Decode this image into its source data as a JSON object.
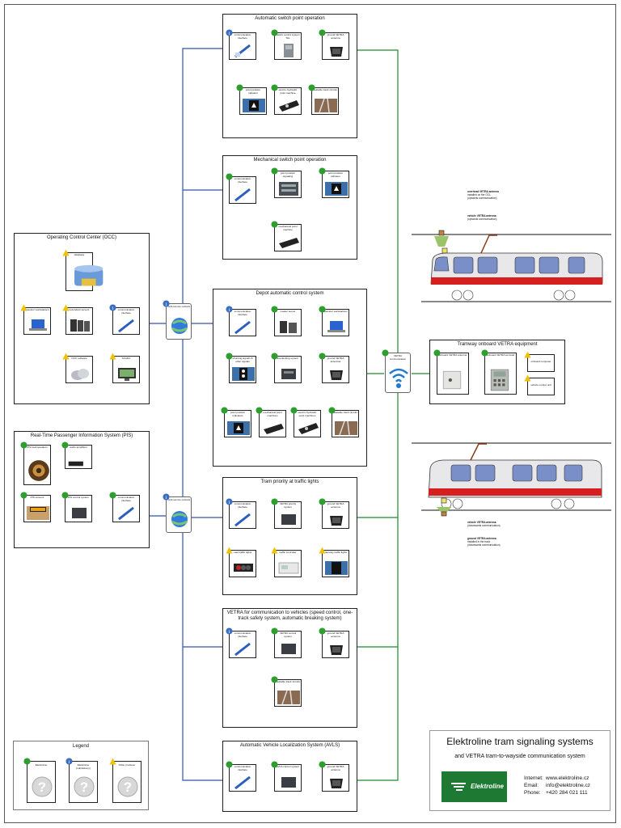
{
  "groups": {
    "auto_switch": {
      "title": "Automatic switch point operation",
      "nodes": [
        "communication interface",
        "switch control system TAL",
        "ground VETRA antenna",
        "point position indicator",
        "electro-hydraulic point machine",
        "heatable track circuits"
      ]
    },
    "mech_switch": {
      "title": "Mechanical switch point operation",
      "nodes": [
        "communication interface",
        "point position signaling",
        "point position indicator",
        "mechanical point machine"
      ]
    },
    "depot": {
      "title": "Depot automatic control system",
      "nodes": [
        "communication interface",
        "master server",
        "operator workstations",
        "shunting signals & other signals",
        "interlocking system",
        "ground VETRA antennas",
        "point position indicators",
        "mechanical point machines",
        "electro-hydraulic point machines",
        "heatable track circuits"
      ]
    },
    "tram_priority": {
      "title": "Tram priority at traffic lights",
      "nodes": [
        "communication interface",
        "VETRA priority system",
        "ground VETRA antenna",
        "road traffic lights",
        "traffic controller",
        "tramway traffic lights"
      ]
    },
    "vetra_vehicles": {
      "title": "VETRA for communication to vehicles (speed control, one-track safety system, automatic breaking system)",
      "nodes": [
        "communication interface",
        "VETRA control system",
        "ground VETRA antenna",
        "heatable track circuits"
      ]
    },
    "avls": {
      "title": "Automatic Vehicle Localization System (AVLS)",
      "nodes": [
        "communication interface",
        "AVLS control system",
        "ground VETRA antenna"
      ]
    },
    "occ": {
      "title": "Operating Control Center (OCC)",
      "nodes": [
        "database",
        "operator workstations",
        "redundant servers",
        "communication interface",
        "OCC software",
        "SCADA"
      ]
    },
    "pis": {
      "title": "Real-Time Passenger Information System (PIS)",
      "nodes": [
        "PIS loud-speakers",
        "audio amplifiers",
        "PIS screens",
        "PIS control system",
        "communication interface"
      ]
    },
    "onboard": {
      "title": "Tramway onboard VETRA equipment",
      "nodes": [
        "onboard VETRA antenna",
        "onboard VETRA terminal",
        "onboard computer",
        "vehicle control unit"
      ]
    }
  },
  "hubs": {
    "network_top": "multi-service network",
    "network_bottom": "multi-service network",
    "vetra_comm": "VETRA communication"
  },
  "tram_notes": {
    "overhead_bold": "overhead VETRA antenna",
    "overhead_l2": "installed on the OCL",
    "overhead_l3": "(upwards communication)",
    "vehicle_top_bold": "vehicle VETRA antenna",
    "vehicle_top_l2": "(upwards communication)",
    "vehicle_bot_bold": "vehicle VETRA antenna",
    "vehicle_bot_l2": "(downwards communication)",
    "ground_bold": "ground VETRA antenna",
    "ground_l2": "installed in the track",
    "ground_l3": "(downwards communication)"
  },
  "legend": {
    "title": "Legend",
    "items": [
      "Elektroline",
      "Elektroline (subdelivery)",
      "Other producer"
    ]
  },
  "info": {
    "title": "Elektroline tram signaling systems",
    "subtitle": "and VETRA tram-to-wayside communication system",
    "logo_text": "Elektroline",
    "internet_label": "Internet:",
    "internet_value": "www.elektroline.cz",
    "email_label": "Email:",
    "email_value": "info@elektroline.cz",
    "phone_label": "Phone:",
    "phone_value": "+420 284 021 111"
  },
  "colors": {
    "elektroline_dot": "#2e9e2e",
    "subdelivery_dot": "#3a6fc4",
    "other_producer": "#f2c200",
    "blue_link": "#2f55a8",
    "green_link": "#1f8a2a",
    "tram_red": "#d61f1f",
    "tram_window": "#7a8fc8",
    "logo_green": "#1e7a33"
  }
}
